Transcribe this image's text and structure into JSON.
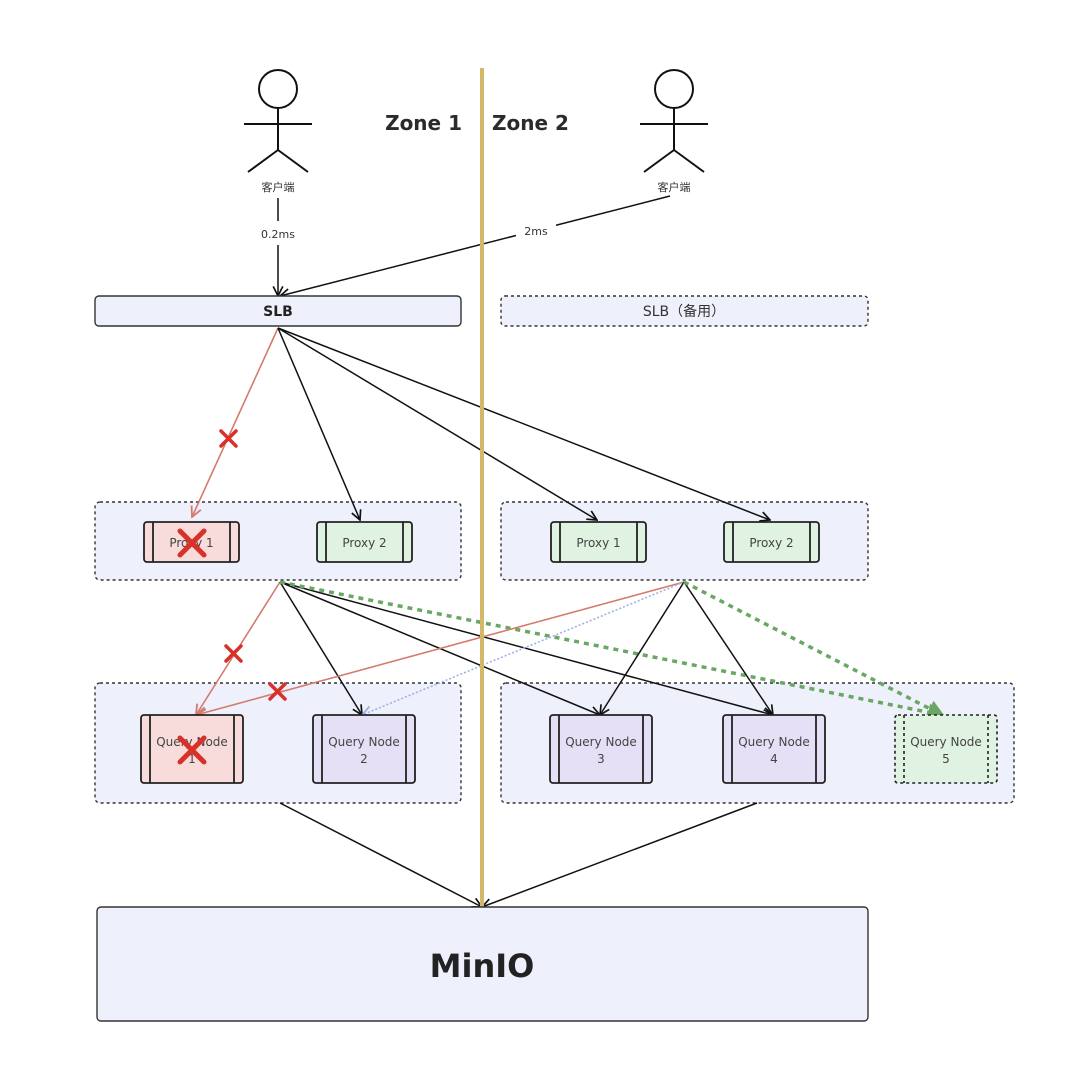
{
  "zones": {
    "left": "Zone 1",
    "right": "Zone 2"
  },
  "clients": {
    "left_label": "客户端",
    "right_label": "客户端"
  },
  "latency": {
    "left": "0.2ms",
    "right": "2ms"
  },
  "slb": {
    "primary": "SLB",
    "backup": "SLB（备用）"
  },
  "proxies": {
    "zone1": [
      {
        "label": "Proxy 1",
        "status": "failed"
      },
      {
        "label": "Proxy 2",
        "status": "ok"
      }
    ],
    "zone2": [
      {
        "label": "Proxy 1",
        "status": "ok"
      },
      {
        "label": "Proxy 2",
        "status": "ok"
      }
    ]
  },
  "query_nodes": {
    "zone1": [
      {
        "line1": "Query Node",
        "line2": "1",
        "status": "failed"
      },
      {
        "line1": "Query Node",
        "line2": "2",
        "status": "ok"
      }
    ],
    "zone2": [
      {
        "line1": "Query Node",
        "line2": "3",
        "status": "ok"
      },
      {
        "line1": "Query Node",
        "line2": "4",
        "status": "ok"
      },
      {
        "line1": "Query Node",
        "line2": "5",
        "status": "new"
      }
    ]
  },
  "storage": {
    "label": "MinIO"
  },
  "colors": {
    "zone_divider": "#d4b86a",
    "group_fill": "#eef0fb",
    "failed_fill": "#f8dcdc",
    "ok_proxy_fill": "#e0f2e1",
    "query_fill": "#e6e0f6",
    "new_node_fill": "#e0f2e1",
    "failed_edge": "#d47a6e",
    "cross_mark": "#d9302a",
    "new_edge": "#6aa764",
    "replica_edge": "#9fb2e6"
  }
}
